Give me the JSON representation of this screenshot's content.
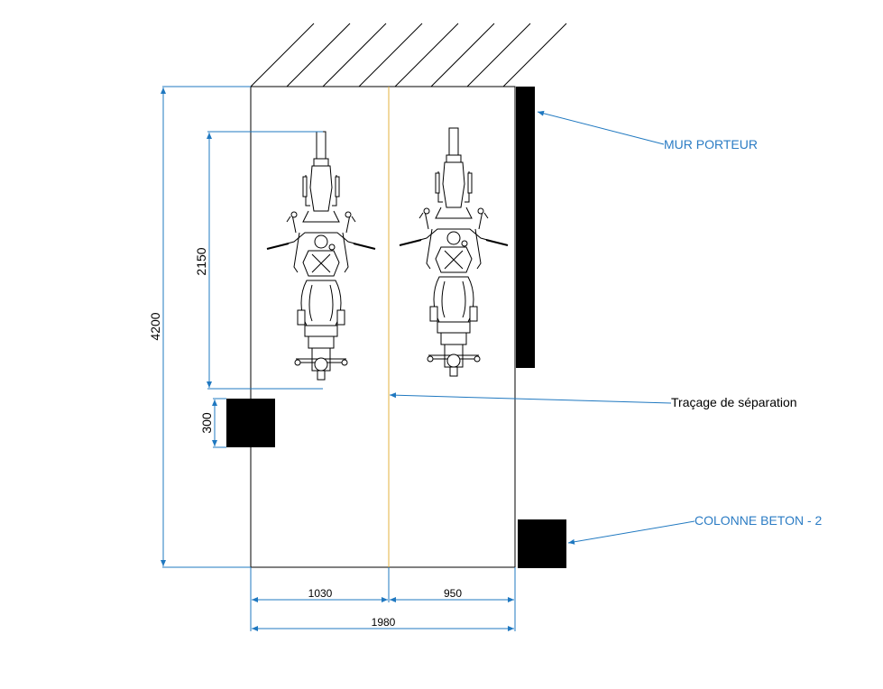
{
  "colors": {
    "dimension": "#1f78c0",
    "separation": "#e3b23c",
    "label_blue": "#2b7cc4",
    "outline": "#000000",
    "fill_solid": "#000000"
  },
  "dimensions": {
    "total_length": "4200",
    "moto_length": "2150",
    "column_size": "300",
    "left_width": "1030",
    "right_width": "950",
    "total_width": "1980"
  },
  "labels": {
    "mur_porteur": "MUR PORTEUR",
    "tracage": "Traçage de séparation",
    "colonne": "COLONNE BETON - 2"
  },
  "icons": [
    "motorcycle-top-view-icon",
    "hatch-wall-icon",
    "arrow-icon"
  ]
}
